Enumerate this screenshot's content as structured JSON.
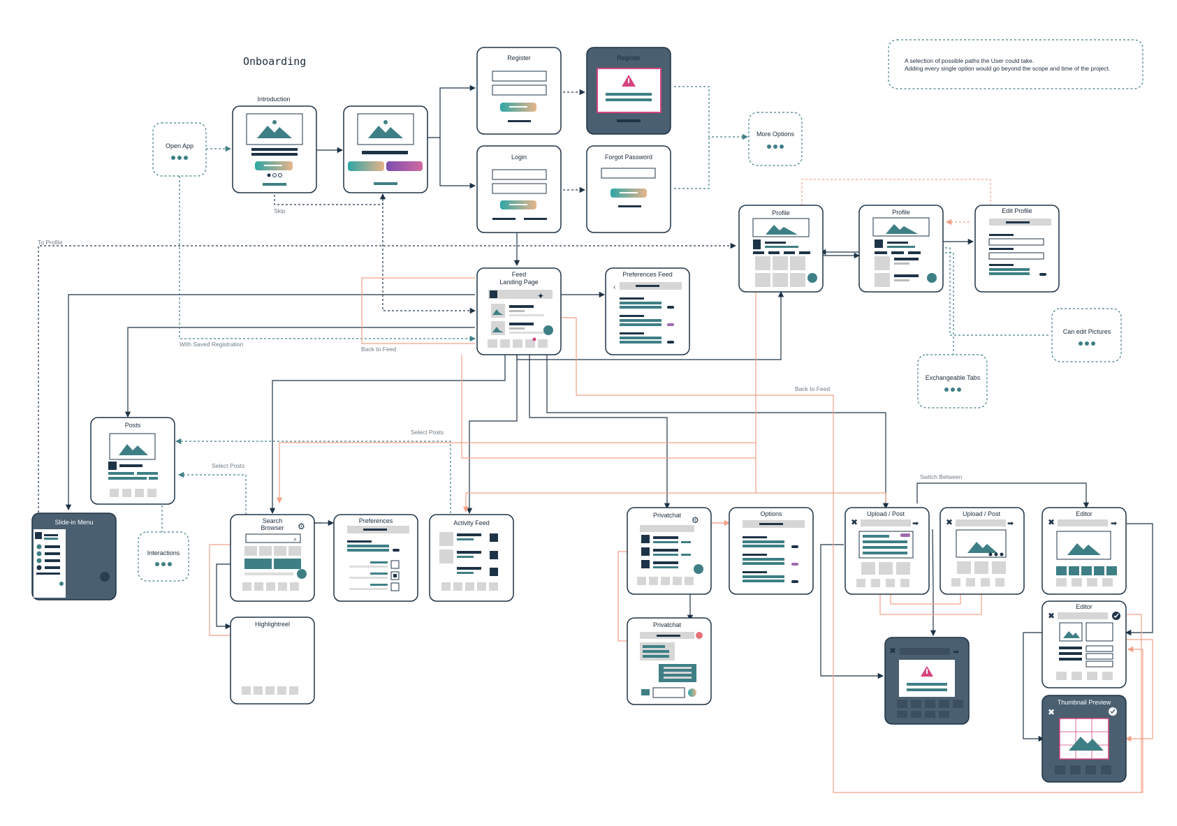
{
  "heading": "Onboarding",
  "note": {
    "line1": "A selection of possible paths the User could take.",
    "line2": "Adding every single option would go beyond the scope and time of the project."
  },
  "options": {
    "open_app": "Open App",
    "more_options": "More Options",
    "can_edit_pictures": "Can edit Pictures",
    "exchangeable_tabs": "Exchangeable Tabs",
    "interactions": "Interactions"
  },
  "screens": {
    "introduction": "Introduction",
    "register": "Register",
    "register_error": "Register",
    "login": "Login",
    "forgot_password": "Forgot Password",
    "feed_line1": "Feed",
    "feed_line2": "Landing Page",
    "preferences_feed": "Preferences Feed",
    "profile_1": "Profile",
    "profile_2": "Profile",
    "edit_profile": "Edit Profile",
    "posts": "Posts",
    "slide_in_menu": "Slide-in Menu",
    "search_line1": "Search",
    "search_line2": "Browser",
    "preferences": "Preferences",
    "activity_feed": "Activity Feed",
    "highlightreel": "Highlightreel",
    "privatchat_1": "Privatchat",
    "options": "Options",
    "privatchat_2": "Privatchat",
    "upload_post_1": "Upload / Post",
    "upload_post_2": "Upload / Post",
    "editor_1": "Editor",
    "editor_2": "Editor",
    "thumbnail_preview": "Thumbnail Preview"
  },
  "edge_labels": {
    "skip": "Skip",
    "to_profile": "To Profile",
    "with_saved_registration": "With Saved Registration",
    "back_to_feed_1": "Back to Feed",
    "back_to_feed_2": "Back to Feed",
    "select_posts_1": "Select Posts",
    "select_posts_2": "Select Posts",
    "switch_between": "Switch Between"
  },
  "colors": {
    "navy": "#1d3347",
    "teal": "#3e7f86",
    "salmon": "#f3a088",
    "dark_fill": "#4a5f70",
    "alert_pink": "#d6447f",
    "grey": "#d6d6d6"
  }
}
